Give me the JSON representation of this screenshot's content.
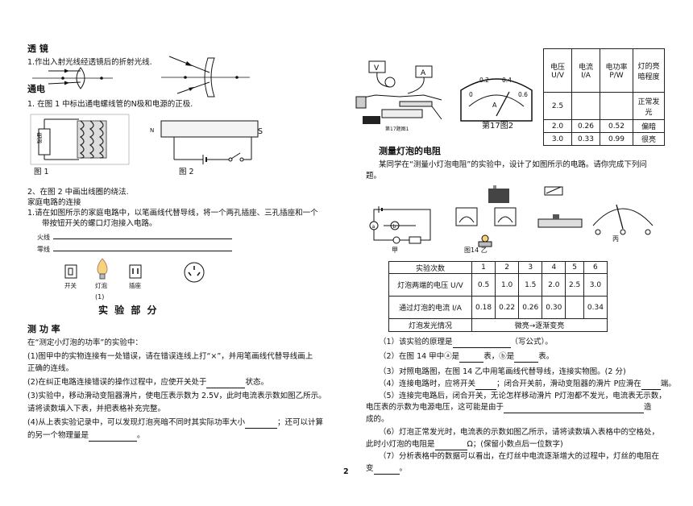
{
  "left": {
    "lens_title": "透  镜",
    "lens_q1": "1.作出入射光线经透镜后的折射光线.",
    "em_title": "通电",
    "em_q1": "1. 在图 1 中标出通电螺线管的N极和电源的正极.",
    "fig1_label": "图  1",
    "fig2_label": "图  2",
    "fig1_box": "电源",
    "fig2_n": "N",
    "fig2_s": "S",
    "em_q2": "2、在图 2 中画出线圈的绕法.",
    "home_title": "家庭电路的连接",
    "home_q1a": "1.请在如图所示的家庭电路中，以笔画线代替导线，将一个两孔插座、三孔插座和一个",
    "home_q1b": "带按钮开关的螺口灯泡接入电路。",
    "fire_line": "火线",
    "zero_line": "零线",
    "dev_switch": "开关",
    "dev_lamp": "灯泡",
    "dev_socket": "插座",
    "fig_num": "(1)",
    "section_title": "实 验 部 分",
    "power_title": "测 功 率",
    "p_intro": "在“测定小灯泡的功率”的实验中：",
    "p1a": "(1)图甲中的实物连接有一处错误，请在错误连线上打“×”，并用笔画线代替导线画上",
    "p1b": "正确的连线。",
    "p2": "(2)在纠正电路连接错误的操作过程中，应使开关处于",
    "p2_end": "状态。",
    "p3a": "(3)实验中，移动滑动变阻器滑片，使电压表示数为 2.5V，此时电流表示数如图乙所示。",
    "p3b": "请将读数填入下表，并把表格补充完整。",
    "p4a": "(4)从上表实验记录中，可以发现灯泡亮暗不同时其实际功率大小",
    "p4a_end": "；还可以计算",
    "p4b": "的另一个物理量是",
    "p4b_end": "。"
  },
  "right": {
    "fig17_1": "第17题图1",
    "fig17_2": "第17图2",
    "meter_ticks": [
      "0.2",
      "0.4",
      "0",
      "0.6"
    ],
    "meter_unit": "A",
    "table_top": {
      "headers": [
        "电压 U/V",
        "电流 I/A",
        "电功率 P/W",
        "灯的亮暗程度"
      ],
      "rows": [
        [
          "2.5",
          "",
          "",
          "正常发光"
        ],
        [
          "2.0",
          "0.26",
          "0.52",
          "偏暗"
        ],
        [
          "3.0",
          "0.33",
          "0.99",
          "很亮"
        ]
      ]
    },
    "res_title": "测量灯泡的电阻",
    "res_intro_a": "某同学在“测量小灯泡电阻”的实验中，设计了如图所示的电路。请你完成下列问",
    "res_intro_b": "题。",
    "lbl_jia": "甲",
    "lbl_yi": "图14  乙",
    "lbl_bing": "丙",
    "table_bottom": {
      "headers": [
        "实验次数",
        "1",
        "2",
        "3",
        "4",
        "5",
        "6"
      ],
      "row_u_label": "灯泡两端的电压 U/V",
      "row_u": [
        "0.5",
        "1.0",
        "1.5",
        "2.0",
        "2.5",
        "3.0"
      ],
      "row_i_label": "通过灯泡的电流 I/A",
      "row_i": [
        "0.18",
        "0.22",
        "0.26",
        "0.30",
        "",
        "0.34"
      ],
      "row_l_label": "灯泡发光情况",
      "row_l": "微亮→逐渐变亮"
    },
    "q1": "（1）该实验的原理是",
    "q1_end": "（写公式）。",
    "q2": "（2）在图 14 甲中ⓐ是",
    "q2_mid": "表，ⓑ是",
    "q2_end": "表。",
    "q3": "（3）对照电路图，在图 14 乙中用笔画线代替导线，连接实物图。(2 分)",
    "q4": "（4）连接电路时，应将开关",
    "q4_mid": "；闭合开关前，滑动变阻器的滑片 P应滑在",
    "q4_end": "端。",
    "q5a": "（5）连接完电路后，闭合开关，无论怎样移动滑片 P灯泡都不发光，电流表无示数，",
    "q5b": "电压表的示数为电源电压，这可能是由于",
    "q5b_end": "造",
    "q5c": "成的。",
    "q6a": "（6）灯泡正常发光时，电流表的示数如图乙所示，请将读数填入表格中的空格处，",
    "q6b": "此时小灯泡的电阻是",
    "q6b_end": "Ω；(保留小数点后一位数字)",
    "q7a": "（7）分析表格中的数据可以看出，在灯丝中电流逐渐增大的过程中，灯丝的电阻在",
    "q7b": "变",
    "q7b_end": "。"
  },
  "page_number": "2"
}
